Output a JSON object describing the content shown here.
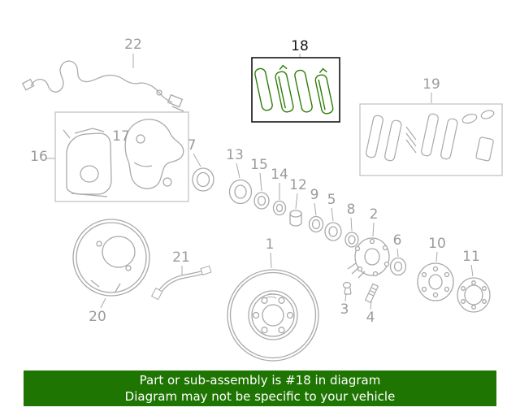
{
  "banner": {
    "line1": "Part or sub-assembly is #18 in diagram",
    "line2": "Diagram may not be specific to your vehicle",
    "bg_color": "#1e7502",
    "text_color": "#ffffff"
  },
  "diagram": {
    "highlighted_part": "18",
    "line_color": "#a9a9a9",
    "box_color": "#bdbdbd",
    "highlight_box_color": "#141414",
    "highlight_color": "#2e7d05",
    "label_color": "#9b9b9b",
    "highlight_label_color": "#161616",
    "labels": {
      "l1": "1",
      "l2": "2",
      "l3": "3",
      "l4": "4",
      "l5": "5",
      "l6": "6",
      "l7": "7",
      "l8": "8",
      "l9": "9",
      "l10": "10",
      "l11": "11",
      "l12": "12",
      "l13": "13",
      "l14": "14",
      "l15": "15",
      "l16": "16",
      "l17": "17",
      "l18": "18",
      "l19": "19",
      "l20": "20",
      "l21": "21",
      "l22": "22"
    }
  }
}
